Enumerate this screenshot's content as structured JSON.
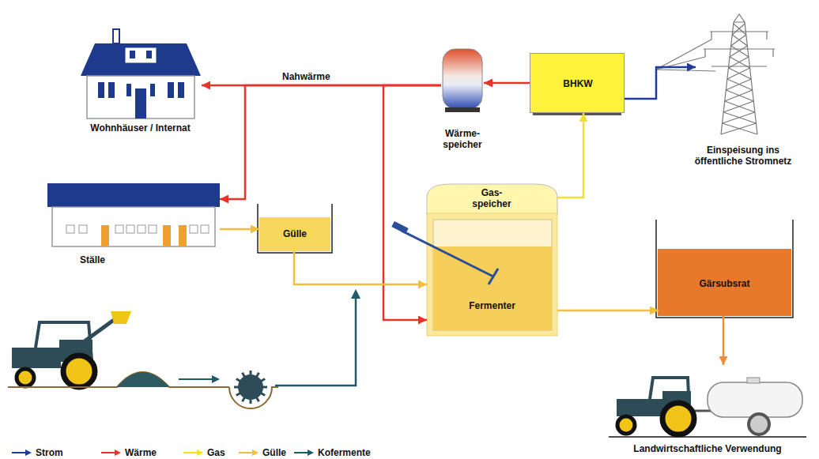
{
  "diagram": {
    "nodes": [
      {
        "text": [
          "Wohnhäuser / Internat"
        ]
      },
      {
        "text": [
          "Wärme- speicher"
        ]
      },
      {
        "text": [
          "BHKW"
        ]
      },
      {
        "text": [
          "Einspeisung ins öffentliche Stromnetz"
        ]
      },
      {
        "text": [
          "Ställe"
        ]
      },
      {
        "text": [
          "Gülle"
        ]
      },
      {
        "text": [
          "Gas- speicher"
        ]
      },
      {
        "text": [
          "Fermenter"
        ]
      },
      {
        "text": [
          "Gärsubsrat"
        ]
      },
      {
        "text": [
          "Landwirtschaftliche Verwendung"
        ]
      }
    ],
    "edges": [
      {
        "from": 1,
        "to": 0,
        "arrow": "to",
        "label": "Nahwärme"
      },
      {
        "from": 1,
        "to": 4,
        "arrow": "to"
      },
      {
        "from": 1,
        "to": 7,
        "arrow": "to"
      },
      {
        "from": 2,
        "to": 1,
        "arrow": "to"
      },
      {
        "from": 2,
        "to": 3,
        "arrow": "to"
      },
      {
        "from": 6,
        "to": 2,
        "arrow": "to"
      },
      {
        "from": 4,
        "to": 5,
        "arrow": "to"
      },
      {
        "from": 5,
        "to": 7,
        "arrow": "to"
      },
      {
        "from": 7,
        "to": 8,
        "arrow": "to"
      },
      {
        "from": 8,
        "to": 9,
        "arrow": "to"
      }
    ],
    "legend": [
      {
        "text": "Strom",
        "color": "#1f3c96"
      },
      {
        "text": "Wärme",
        "color": "#e8322a"
      },
      {
        "text": "Gas",
        "color": "#f3e600"
      },
      {
        "text": "Gülle",
        "color": "#f2bf3c"
      },
      {
        "text": "Kofermente",
        "color": "#1d5b6a"
      }
    ]
  }
}
